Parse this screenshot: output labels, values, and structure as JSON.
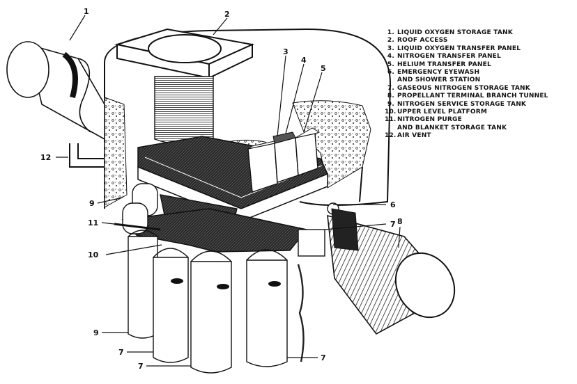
{
  "legend": {
    "items": [
      {
        "num": "1.",
        "text": "LIQUID OXYGEN STORAGE TANK"
      },
      {
        "num": "2.",
        "text": "ROOF ACCESS"
      },
      {
        "num": "3.",
        "text": "LIQUID OXYGEN TRANSFER PANEL"
      },
      {
        "num": "4.",
        "text": "NITROGEN TRANSFER PANEL"
      },
      {
        "num": "5.",
        "text": "HELIUM TRANSFER PANEL"
      },
      {
        "num": "6.",
        "text": "EMERGENCY EYEWASH",
        "cont": "AND SHOWER STATION"
      },
      {
        "num": "7.",
        "text": "GASEOUS NITROGEN STORAGE TANK"
      },
      {
        "num": "8.",
        "text": "PROPELLANT TERMINAL BRANCH TUNNEL"
      },
      {
        "num": "9.",
        "text": "NITROGEN SERVICE STORAGE TANK"
      },
      {
        "num": "10.",
        "text": "UPPER LEVEL PLATFORM"
      },
      {
        "num": "11.",
        "text": "NITROGEN PURGE",
        "cont": "AND BLANKET STORAGE TANK"
      },
      {
        "num": "12.",
        "text": "AIR VENT"
      }
    ]
  },
  "callouts": {
    "c1": "1",
    "c2": "2",
    "c3": "3",
    "c4": "4",
    "c5": "5",
    "c6": "6",
    "c7a": "7",
    "c7b": "7",
    "c7c": "7",
    "c7d": "7",
    "c8": "8",
    "c9a": "9",
    "c9b": "9",
    "c10": "10",
    "c11": "11",
    "c12": "12"
  }
}
